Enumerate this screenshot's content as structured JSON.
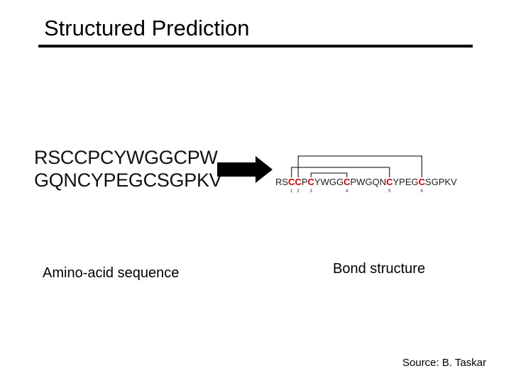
{
  "slide": {
    "title": "Structured Prediction"
  },
  "sequence": {
    "line1": "RSCCPCYWGGCPW",
    "line2": "GQNCYPEGCSGPKV"
  },
  "bond_structure": {
    "residues": "RSCCPCYWGGCPWGQNCYPEGCSGPKV",
    "highlight_color": "#cc0000",
    "cysteines": [
      {
        "index": 2,
        "number": "1"
      },
      {
        "index": 3,
        "number": "2"
      },
      {
        "index": 5,
        "number": "3"
      },
      {
        "index": 10,
        "number": "4"
      },
      {
        "index": 16,
        "number": "5"
      },
      {
        "index": 21,
        "number": "6"
      }
    ]
  },
  "captions": {
    "left": "Amino-acid sequence",
    "right": "Bond structure"
  },
  "source": "Source: B. Taskar"
}
